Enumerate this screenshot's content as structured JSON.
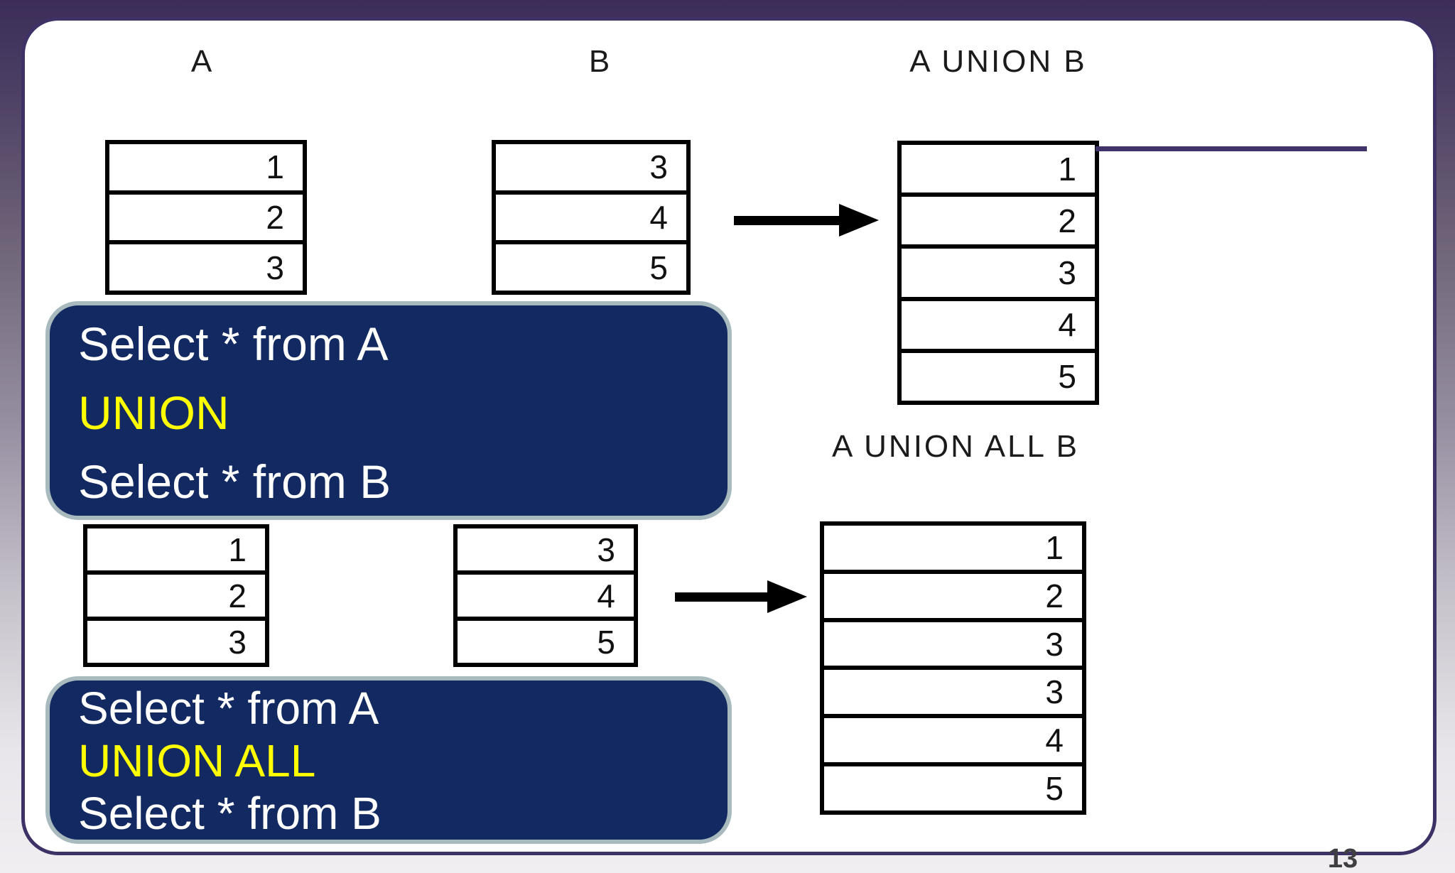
{
  "slide": {
    "page_number": "13",
    "headings": {
      "table_a": "A",
      "table_b": "B",
      "union": "A UNION B",
      "union_all": "A UNION ALL B"
    },
    "tables": {
      "a_top": {
        "rows": [
          "1",
          "2",
          "3"
        ]
      },
      "b_top": {
        "rows": [
          "3",
          "4",
          "5"
        ]
      },
      "union_result": {
        "rows": [
          "1",
          "2",
          "3",
          "4",
          "5"
        ]
      },
      "a_bottom": {
        "rows": [
          "1",
          "2",
          "3"
        ]
      },
      "b_bottom": {
        "rows": [
          "3",
          "4",
          "5"
        ]
      },
      "union_all_result": {
        "rows": [
          "1",
          "2",
          "3",
          "3",
          "4",
          "5"
        ]
      }
    },
    "sql_boxes": {
      "union": {
        "lines": [
          "Select * from A",
          "UNION",
          "Select * from B"
        ]
      },
      "union_all": {
        "lines": [
          "Select * from A",
          "UNION ALL",
          "Select * from B"
        ]
      }
    },
    "colors": {
      "background_top": "#3b2d58",
      "background_bottom": "#f0eef1",
      "card_border": "#3e3166",
      "box_fill": "#122a61",
      "box_border": "#a9babe",
      "keyword_text": "#ffff00",
      "body_text": "#ffffff",
      "table_border": "#000000",
      "accent_line": "#40336a"
    }
  }
}
